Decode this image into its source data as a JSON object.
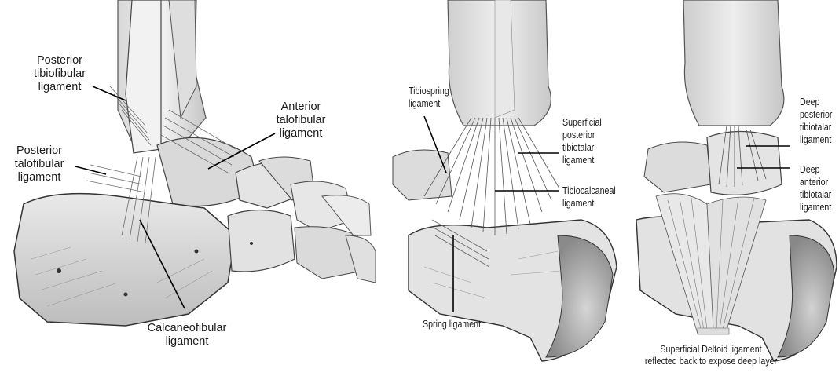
{
  "figure": {
    "lateral_view": {
      "labels": {
        "posterior_tibiofibular": "Posterior\ntibiofibular\nligament",
        "anterior_talofibular": "Anterior\ntalofibular\nligament",
        "posterior_talofibular": "Posterior\ntalofibular\nligament",
        "calcaneofibular": "Calcaneofibular\nligament"
      }
    },
    "medial_superficial_view": {
      "labels": {
        "tibiospring": "Tibiospring\nligament",
        "superficial_posterior_tibiotalar": "Superficial\nposterior\ntibiotalar\nligament",
        "tibiocalcaneal": "Tibiocalcaneal\nligament",
        "spring": "Spring ligament"
      }
    },
    "medial_deep_view": {
      "labels": {
        "deep_posterior_tibiotalar": "Deep\nposterior\ntibiotalar\nligament",
        "deep_anterior_tibiotalar": "Deep\nanterior\ntibiotalar\nligament",
        "reflected_note": "Superficial Deltoid ligament\nreflected back to expose deep layer"
      }
    }
  }
}
